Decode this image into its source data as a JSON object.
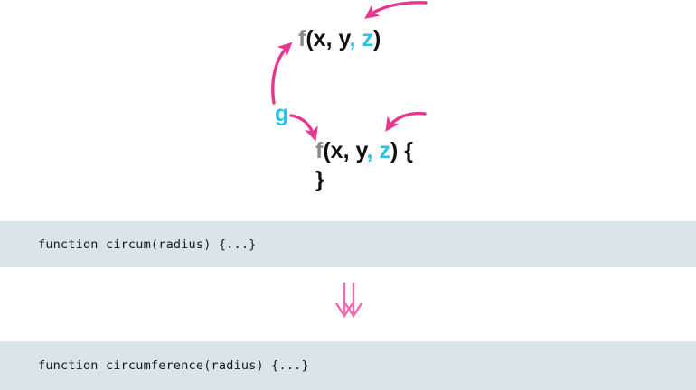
{
  "palette": {
    "background": "#ffffff",
    "arrow_pink": "#e8368f",
    "accent_cyan": "#29c3e3",
    "muted_gray": "#8a8a8a",
    "text_black": "#111111",
    "code_band_background": "#dae5ea",
    "code_text": "#1a1a1a",
    "double_arrow_pink": "#f06ab0"
  },
  "diagram": {
    "signature_top": {
      "function_name": "f",
      "open_paren": "(",
      "param_x": "x",
      "comma_1": ", ",
      "param_y": "y",
      "comma_2": ", ",
      "param_z": "z",
      "close_paren": ")",
      "full_text": "f(x, y, z)"
    },
    "signature_bottom": {
      "function_name": "f",
      "open_paren": "(",
      "param_x": "x",
      "comma_1": ", ",
      "param_y": "y",
      "comma_2": ", ",
      "param_z": "z",
      "close_paren": ")",
      "open_brace": " {",
      "close_brace": "}",
      "full_text": "f(x, y, z) {"
    },
    "label_g": "g",
    "arrows": [
      {
        "name": "arrow-to-top-signature-right",
        "description": "curved pink arrow from upper right pointing down-left toward f(x, y, z)"
      },
      {
        "name": "arrow-to-top-signature-left",
        "description": "curved pink arrow from g rising up-right toward f(x, y, z)"
      },
      {
        "name": "arrow-g-to-bottom-signature",
        "description": "short curved pink arrow from g down-right to the f of the bottom signature"
      },
      {
        "name": "arrow-to-bottom-signature-right",
        "description": "curved pink arrow from the right pointing down-left toward z of the bottom signature"
      }
    ]
  },
  "code_bands": [
    {
      "name": "before",
      "code": "function circum(radius) {...}"
    },
    {
      "name": "after",
      "code": "function circumference(radius) {...}"
    }
  ],
  "transform": {
    "icon": "double-down-arrow-icon",
    "glyph": "⇓"
  }
}
